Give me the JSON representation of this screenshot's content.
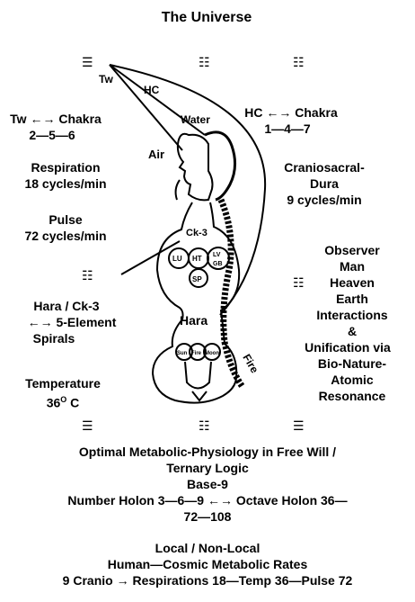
{
  "title": "The Universe",
  "trigrams": {
    "top_left": "☰",
    "top_mid": "☷",
    "top_right": "☷",
    "mid_left": "☷",
    "mid_right": "☷",
    "bottom_left": "☰",
    "bottom_mid": "☷",
    "bottom_right": "☰"
  },
  "labels": {
    "tw": "Tw",
    "hc": "HC",
    "water": "Water",
    "air": "Air",
    "ck3": "Ck-3",
    "lu": "LU",
    "ht": "HT",
    "lv": "LV",
    "gb": "GB",
    "sp": "SP",
    "hara": "Hara",
    "fire": "Fire",
    "sun": "Sun",
    "fire_small": "Fire",
    "moon": "Moon"
  },
  "left": {
    "tw_chakra": "Tw ←→ Chakra",
    "tw_nums": "2—5—6",
    "respiration": "Respiration",
    "resp_rate": "18 cycles/min",
    "pulse": "Pulse",
    "pulse_rate": "72 cycles/min",
    "hara_ck3": "Hara / Ck-3",
    "five_element": "←→ 5-Element",
    "spirals": "Spirals",
    "temperature": "Temperature",
    "temp_value": "36",
    "temp_deg": "O",
    "temp_unit": " C"
  },
  "right": {
    "hc_chakra": "HC ←→ Chakra",
    "hc_nums": "1—4—7",
    "cranio": "Craniosacral-",
    "dura": "Dura",
    "cranio_rate": "9 cycles/min",
    "observer": "Observer",
    "man": "Man",
    "heaven": "Heaven",
    "earth": "Earth",
    "interactions": "Interactions",
    "amp": "&",
    "unification": "Unification via",
    "bio": "Bio-Nature-",
    "atomic": "Atomic",
    "resonance": "Resonance"
  },
  "bottom": {
    "line1": "Optimal Metabolic-Physiology in Free Will /",
    "line2": "Ternary Logic",
    "line3": "Base-9",
    "line4": "Number Holon 3—6—9 ←→ Octave Holon 36—",
    "line5": "72—108",
    "line6": "Local / Non-Local",
    "line7": "Human—Cosmic Metabolic Rates",
    "line8": "9 Cranio → Respirations 18—Temp 36—Pulse 72"
  }
}
